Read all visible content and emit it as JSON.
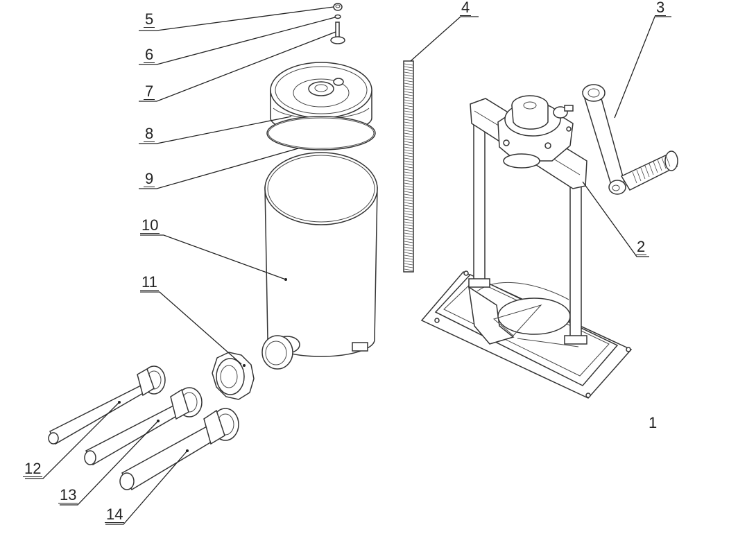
{
  "diagram": {
    "labels": [
      {
        "id": "5",
        "text": "5"
      },
      {
        "id": "6",
        "text": "6"
      },
      {
        "id": "7",
        "text": "7"
      },
      {
        "id": "8",
        "text": "8"
      },
      {
        "id": "9",
        "text": "9"
      },
      {
        "id": "10",
        "text": "10"
      },
      {
        "id": "11",
        "text": "11"
      },
      {
        "id": "12",
        "text": "12"
      },
      {
        "id": "13",
        "text": "13"
      },
      {
        "id": "14",
        "text": "14"
      },
      {
        "id": "4",
        "text": "4"
      },
      {
        "id": "3",
        "text": "3"
      },
      {
        "id": "2",
        "text": "2"
      },
      {
        "id": "1",
        "text": "1"
      }
    ],
    "colors": {
      "line": "#222222",
      "background": "#ffffff"
    }
  }
}
